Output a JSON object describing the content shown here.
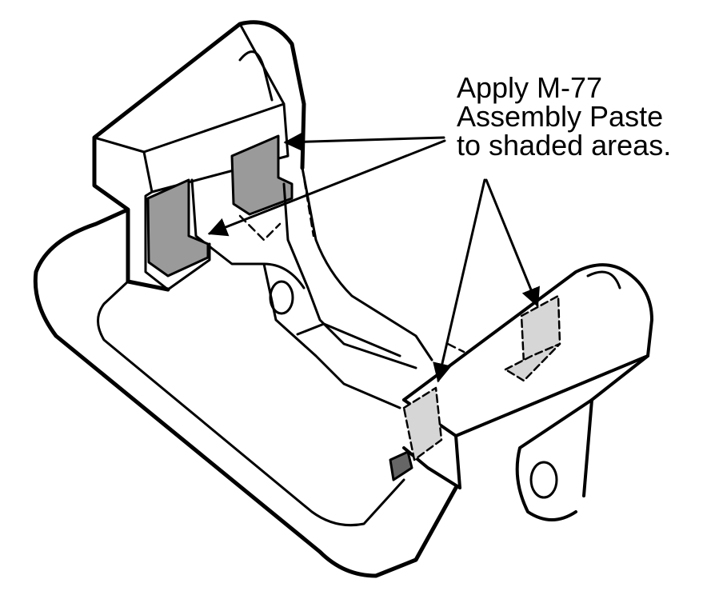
{
  "callout": {
    "lines": [
      "Apply M-77",
      "Assembly Paste",
      "to shaded areas."
    ]
  },
  "colors": {
    "outline": "#000000",
    "solid_shade": "#9a9a9a",
    "light_shade": "#d6d6d6",
    "background": "#ffffff"
  }
}
